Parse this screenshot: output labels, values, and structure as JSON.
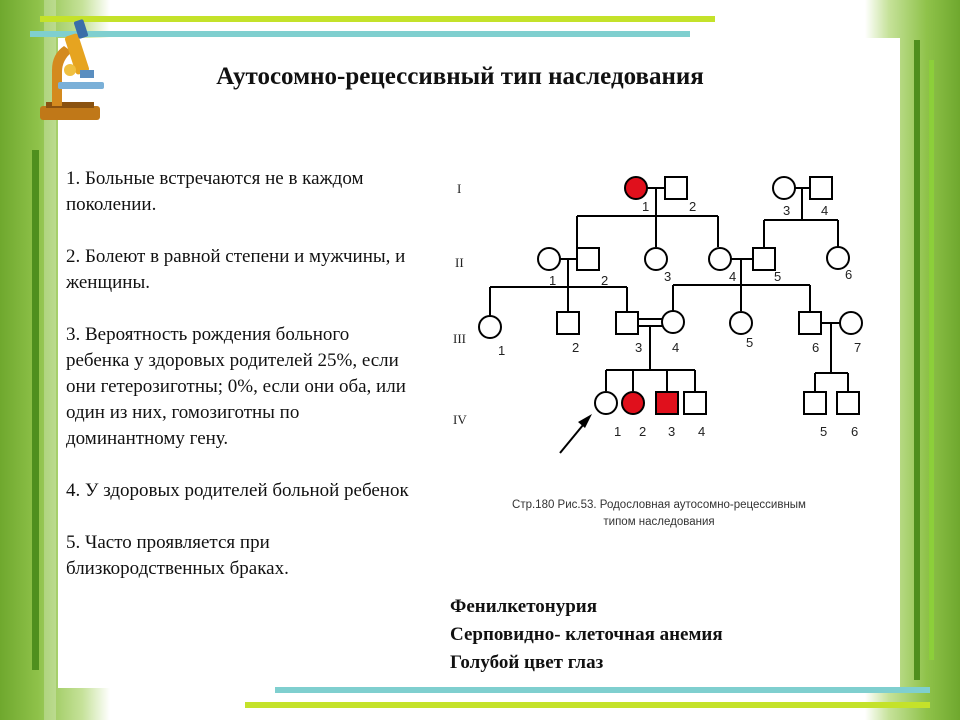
{
  "slide": {
    "title": "Аутосомно-рецессивный тип наследования",
    "points": [
      "1.  Больные встречаются не в каждом поколении.",
      "2.  Болеют в равной степени и мужчины, и женщины.",
      "3.  Вероятность рождения больного ребенка у здоровых родителей 25%, если они гетерозиготны; 0%, если они оба, или один из них, гомозиготны по доминантному гену.",
      "4. У здоровых родителей больной ребенок",
      "5. Часто проявляется при близкородственных браках."
    ],
    "diseases": [
      "Фенилкетонурия",
      "Серповидно- клеточная анемия",
      "Голубой цвет глаз"
    ]
  },
  "pedigree": {
    "caption_line1": "Стр.180 Рис.53. Родословная аутосомно-рецессивным",
    "caption_line2": "типом наследования",
    "generation_labels": [
      "I",
      "II",
      "III",
      "IV"
    ],
    "individual_numbers": {
      "I": [
        "1",
        "2",
        "3",
        "4"
      ],
      "II": [
        "1",
        "2",
        "3",
        "4",
        "5",
        "6"
      ],
      "III": [
        "1",
        "2",
        "3",
        "4",
        "5",
        "6",
        "7"
      ],
      "IV": [
        "1",
        "2",
        "3",
        "4",
        "5",
        "6"
      ]
    },
    "colors": {
      "affected": "#e0101c",
      "line": "#000000",
      "caption": "#333333"
    }
  }
}
